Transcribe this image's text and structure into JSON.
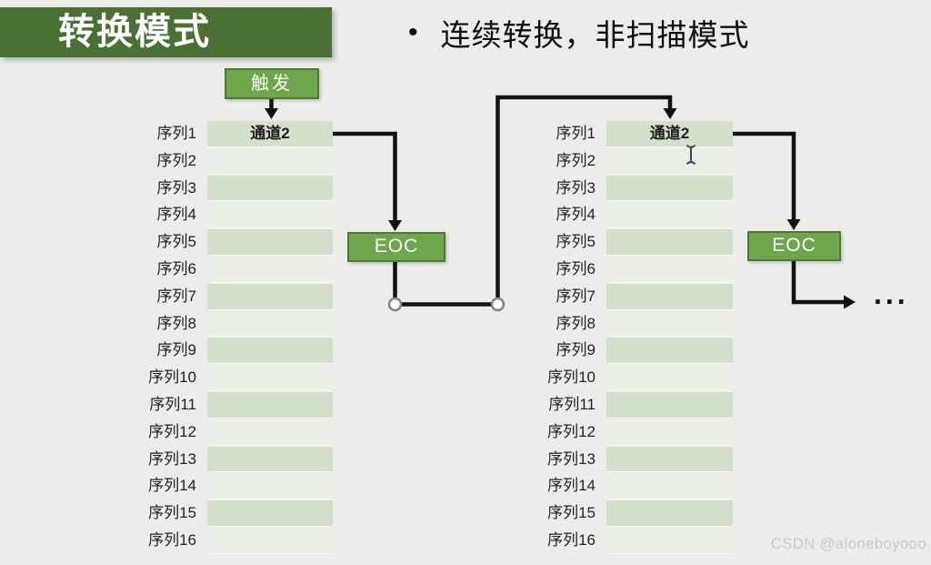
{
  "title": {
    "text": "转换模式"
  },
  "bullet": {
    "marker": "•",
    "text": "连续转换，非扫描模式"
  },
  "diagram": {
    "trigger_label": "触发",
    "eoc_label": "EOC",
    "channel_value": "通道2",
    "ellipsis": "...",
    "left_table": {
      "rows": [
        {
          "label": "序列1",
          "value": "通道2"
        },
        {
          "label": "序列2",
          "value": ""
        },
        {
          "label": "序列3",
          "value": ""
        },
        {
          "label": "序列4",
          "value": ""
        },
        {
          "label": "序列5",
          "value": ""
        },
        {
          "label": "序列6",
          "value": ""
        },
        {
          "label": "序列7",
          "value": ""
        },
        {
          "label": "序列8",
          "value": ""
        },
        {
          "label": "序列9",
          "value": ""
        },
        {
          "label": "序列10",
          "value": ""
        },
        {
          "label": "序列11",
          "value": ""
        },
        {
          "label": "序列12",
          "value": ""
        },
        {
          "label": "序列13",
          "value": ""
        },
        {
          "label": "序列14",
          "value": ""
        },
        {
          "label": "序列15",
          "value": ""
        },
        {
          "label": "序列16",
          "value": ""
        }
      ]
    },
    "right_table": {
      "rows": [
        {
          "label": "序列1",
          "value": "通道2"
        },
        {
          "label": "序列2",
          "value": ""
        },
        {
          "label": "序列3",
          "value": ""
        },
        {
          "label": "序列4",
          "value": ""
        },
        {
          "label": "序列5",
          "value": ""
        },
        {
          "label": "序列6",
          "value": ""
        },
        {
          "label": "序列7",
          "value": ""
        },
        {
          "label": "序列8",
          "value": ""
        },
        {
          "label": "序列9",
          "value": ""
        },
        {
          "label": "序列10",
          "value": ""
        },
        {
          "label": "序列11",
          "value": ""
        },
        {
          "label": "序列12",
          "value": ""
        },
        {
          "label": "序列13",
          "value": ""
        },
        {
          "label": "序列14",
          "value": ""
        },
        {
          "label": "序列15",
          "value": ""
        },
        {
          "label": "序列16",
          "value": ""
        }
      ]
    }
  },
  "colors": {
    "background": "#ececea",
    "title_bg": "#4a7033",
    "button_green": "#6da64d",
    "button_border": "#4d7b33",
    "row_odd": "#d3e0ca",
    "row_even": "#e9efe4",
    "arrow": "#121212",
    "watermark_text": "#c9c9c6"
  },
  "watermark": {
    "text": "CSDN @aloneboyooo"
  }
}
